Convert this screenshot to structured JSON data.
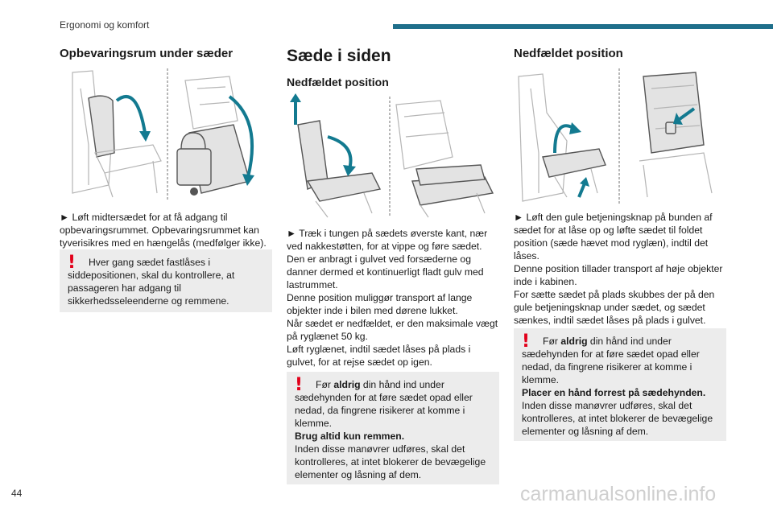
{
  "header": {
    "chapter": "Ergonomi og komfort",
    "bar_color": "#1f6f8b"
  },
  "col1": {
    "title": "Opbevaringsrum under sæder",
    "para": "► Løft midtersædet for at få adgang til opbevaringsrummet. Opbevaringsrummet kan tyverisikres med en hængelås (medfølger ikke).",
    "warning": "Hver gang sædet fastlåses i siddepositionen, skal du kontrollere, at passageren har adgang til sikkerhedsseleenderne og remmene."
  },
  "col2": {
    "title": "Sæde i siden",
    "subtitle": "Nedfældet position",
    "para": [
      "► Træk i tungen på sædets øverste kant, nær ved nakkestøtten, for at vippe og føre sædet.",
      "Den er anbragt i gulvet ved forsæderne og danner dermed et kontinuerligt fladt gulv med lastrummet.",
      "Denne position muliggør transport af lange objekter inde i bilen med dørene lukket.",
      "Når sædet er nedfældet, er den maksimale vægt på ryglænet 50 kg.",
      "Løft ryglænet, indtil sædet låses på plads i gulvet, for at rejse sædet op igen."
    ],
    "warning": {
      "pre": "Før ",
      "bold1": "aldrig",
      "post": " din hånd ind under sædehynden for at føre sædet opad eller nedad, da fingrene risikerer at komme i klemme.",
      "bold2": "Brug altid kun remmen.",
      "tail": "Inden disse manøvrer udføres, skal det kontrolleres, at intet blokerer de bevægelige elementer og låsning af dem."
    }
  },
  "col3": {
    "title": "Nedfældet position",
    "para": [
      "► Løft den gule betjeningsknap på bunden af sædet for at låse op og løfte sædet til foldet position (sæde hævet mod ryglæn), indtil det låses.",
      "Denne position tillader transport af høje objekter inde i kabinen.",
      "For sætte sædet på plads skubbes der på den gule betjeningsknap under sædet, og sædet sænkes, indtil sædet låses på plads i gulvet."
    ],
    "warning": {
      "pre": "Før ",
      "bold1": "aldrig",
      "post": " din hånd ind under sædehynden for at føre sædet opad eller nedad, da fingrene risikerer at komme i klemme.",
      "bold2": "Placer en hånd forrest på sædehynden.",
      "tail": "Inden disse manøvrer udføres, skal det kontrolleres, at intet blokerer de bevægelige elementer og låsning af dem."
    }
  },
  "page_number": "44",
  "watermark": "carmanualsonline.info",
  "icons": {
    "warning": "exclamation-icon",
    "arrow": "arrow-icon"
  },
  "colors": {
    "arrow": "#137a90",
    "warning_mark": "#e2001a",
    "warning_bg": "#ececec"
  }
}
